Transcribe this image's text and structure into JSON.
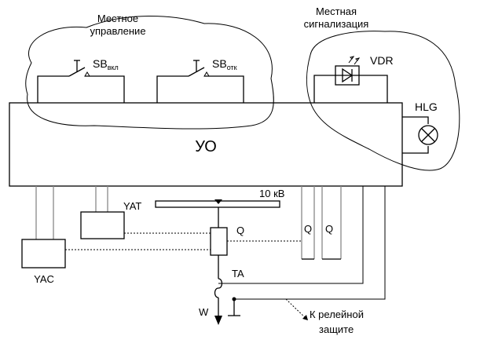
{
  "labels": {
    "local_control_line1": "Местное",
    "local_control_line2": "управление",
    "local_signal_line1": "Местная",
    "local_signal_line2": "сигнализация",
    "sb_on": "SB",
    "sb_on_sub": "вкл",
    "sb_off": "SB",
    "sb_off_sub": "отк",
    "vdr": "VDR",
    "hlg": "HLG",
    "uo": "УО",
    "bus_voltage": "10 кВ",
    "yat": "YAT",
    "yac": "YAC",
    "q_main": "Q",
    "q_aux1": "Q",
    "q_aux2": "Q",
    "ta": "TA",
    "w": "W",
    "relay_line1": "К релейной",
    "relay_line2": "защите"
  }
}
